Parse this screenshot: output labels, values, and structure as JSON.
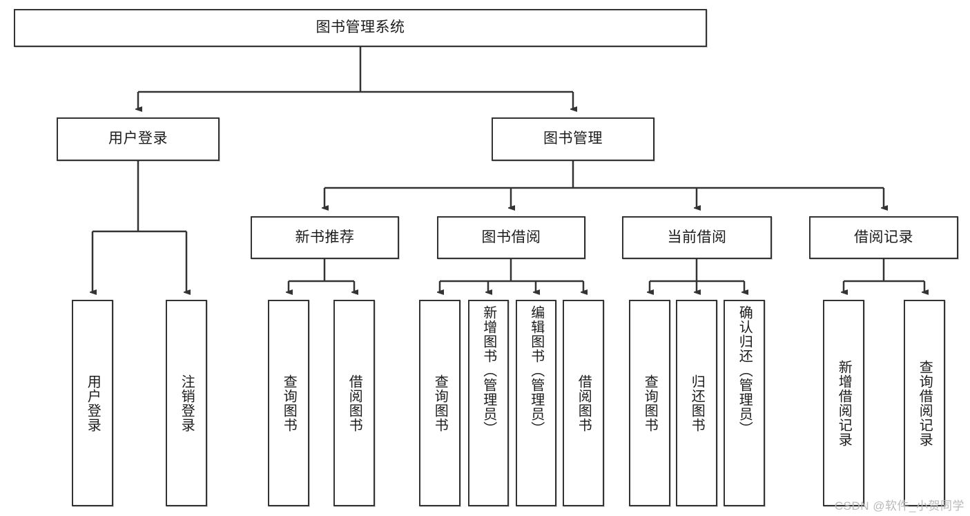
{
  "diagram": {
    "type": "tree-hierarchy",
    "title": "图书管理系统",
    "watermark": "CSDN @软件_小贺同学",
    "colors": {
      "box_border": "#333333",
      "box_fill": "#ffffff",
      "connector": "#333333",
      "text": "#1c1c1c",
      "watermark": "#b9b9b9"
    },
    "root": {
      "label": "图书管理系统"
    },
    "level2": [
      {
        "label": "用户登录"
      },
      {
        "label": "图书管理"
      }
    ],
    "level3": [
      {
        "label": "新书推荐"
      },
      {
        "label": "图书借阅"
      },
      {
        "label": "当前借阅"
      },
      {
        "label": "借阅记录"
      }
    ],
    "leaves": {
      "user_login": [
        {
          "label": "用户登录"
        },
        {
          "label": "注销登录"
        }
      ],
      "new_book": [
        {
          "label": "查询图书"
        },
        {
          "label": "借阅图书"
        }
      ],
      "book_borrow": [
        {
          "label": "查询图书"
        },
        {
          "label": "新增图书（管理员）"
        },
        {
          "label": "编辑图书（管理员）"
        },
        {
          "label": "借阅图书"
        }
      ],
      "current_borrow": [
        {
          "label": "查询图书"
        },
        {
          "label": "归还图书"
        },
        {
          "label": "确认归还（管理员）"
        }
      ],
      "borrow_record": [
        {
          "label": "新增借阅记录"
        },
        {
          "label": "查询借阅记录"
        }
      ]
    }
  }
}
